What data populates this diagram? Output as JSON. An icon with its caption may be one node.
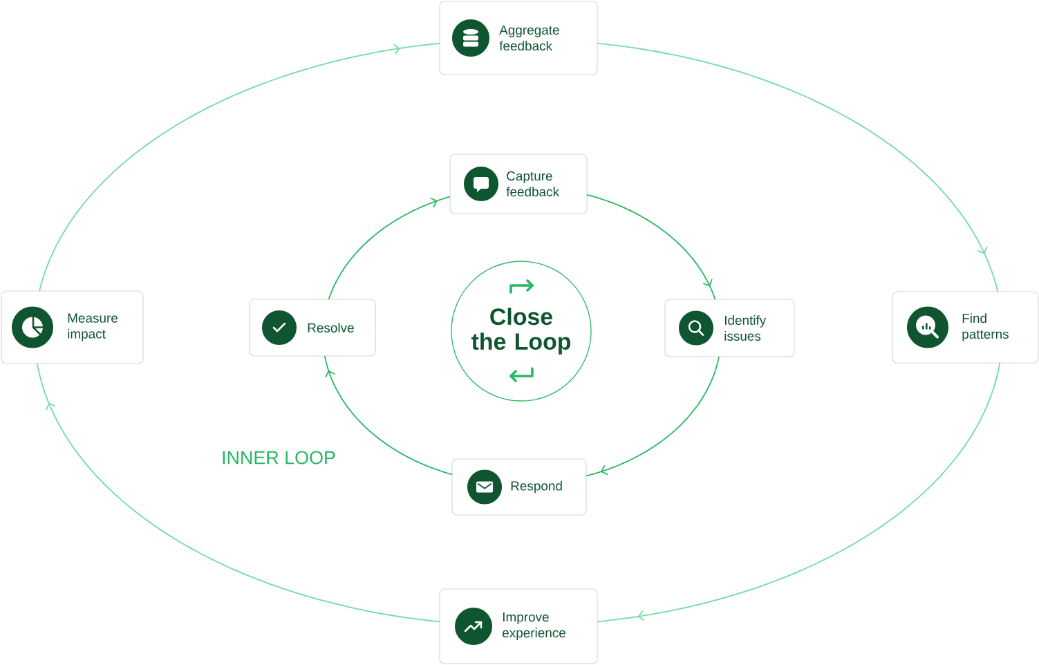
{
  "diagram": {
    "nodes": [
      {
        "text": [
          "Aggregate feedback"
        ]
      },
      {
        "text": [
          "Capture feedback"
        ]
      },
      {
        "text": [
          "Measure impact"
        ]
      },
      {
        "text": [
          "Resolve"
        ]
      },
      {
        "text": [
          "Close the Loop"
        ]
      },
      {
        "text": [
          "Identify issues"
        ]
      },
      {
        "text": [
          "Find patterns"
        ]
      },
      {
        "text": [
          "Respond"
        ]
      },
      {
        "text": [
          "Improve experience"
        ]
      }
    ],
    "edges": [
      {
        "from": 0,
        "to": 6,
        "arrow": "to",
        "color": "#72dca0"
      },
      {
        "from": 6,
        "to": 8,
        "arrow": "to",
        "color": "#72dca0"
      },
      {
        "from": 8,
        "to": 2,
        "arrow": "to",
        "color": "#72dca0"
      },
      {
        "from": 2,
        "to": 0,
        "arrow": "to",
        "color": "#72dca0"
      },
      {
        "from": 1,
        "to": 5,
        "arrow": "to",
        "color": "#27b764"
      },
      {
        "from": 5,
        "to": 7,
        "arrow": "to",
        "color": "#27b764"
      },
      {
        "from": 7,
        "to": 3,
        "arrow": "to",
        "color": "#27b764"
      },
      {
        "from": 3,
        "to": 1,
        "arrow": "to",
        "color": "#27b764"
      }
    ],
    "labels": [
      "INNER LOOP"
    ]
  }
}
